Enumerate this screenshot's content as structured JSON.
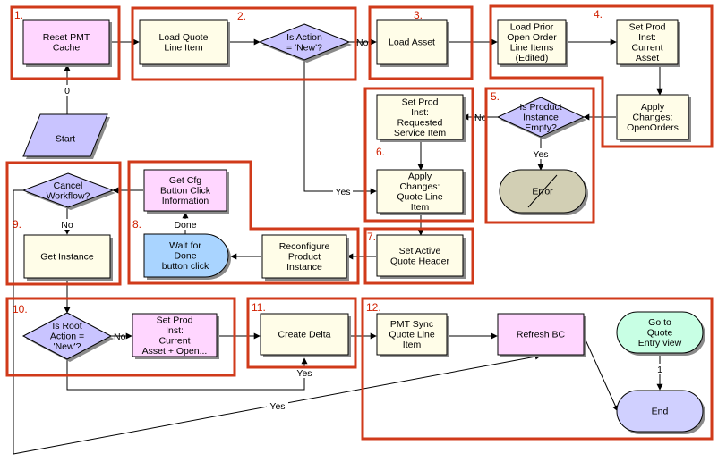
{
  "colors": {
    "step": "#fffde8",
    "subprocess": "#ffd6ff",
    "decision": "#c9c4ff",
    "wait": "#a9d4ff",
    "start": "#c9c4ff",
    "error": "#d2cfb4",
    "end": "#d0d0ff",
    "goto": "#c8ffe4",
    "group_border": "#d03a1a"
  },
  "groups": [
    {
      "num": "1."
    },
    {
      "num": "2."
    },
    {
      "num": "3."
    },
    {
      "num": "4."
    },
    {
      "num": "5."
    },
    {
      "num": "6."
    },
    {
      "num": "7."
    },
    {
      "num": "8."
    },
    {
      "num": "9."
    },
    {
      "num": "10."
    },
    {
      "num": "11."
    },
    {
      "num": "12."
    }
  ],
  "nodes": {
    "reset_pmt_cache": {
      "lines": [
        "Reset PMT",
        "Cache"
      ]
    },
    "load_quote_line_item": {
      "lines": [
        "Load Quote",
        "Line Item"
      ]
    },
    "is_action_new": {
      "lines": [
        "Is Action",
        "= 'New'?"
      ]
    },
    "load_asset": {
      "lines": [
        "Load Asset"
      ]
    },
    "load_prior_open_order": {
      "lines": [
        "Load Prior",
        "Open Order",
        "Line Items",
        "(Edited)"
      ]
    },
    "set_prod_inst_current_asset": {
      "lines": [
        "Set Prod",
        "Inst:",
        "Current",
        "Asset"
      ]
    },
    "apply_changes_openorders": {
      "lines": [
        "Apply",
        "Changes:",
        "OpenOrders"
      ]
    },
    "is_product_instance_empty": {
      "lines": [
        "Is Product",
        "Instance",
        "Empty?"
      ]
    },
    "error": {
      "lines": [
        "Error"
      ]
    },
    "set_prod_inst_requested": {
      "lines": [
        "Set Prod",
        "Inst:",
        "Requested",
        "Service Item"
      ]
    },
    "apply_changes_quote_line": {
      "lines": [
        "Apply",
        "Changes:",
        "Quote Line",
        "Item"
      ]
    },
    "start": {
      "lines": [
        "Start"
      ]
    },
    "cancel_workflow": {
      "lines": [
        "Cancel",
        "Workflow?"
      ]
    },
    "get_cfg_button": {
      "lines": [
        "Get Cfg",
        "Button Click",
        "Information"
      ]
    },
    "get_instance": {
      "lines": [
        "Get Instance"
      ]
    },
    "wait_for_done": {
      "lines": [
        "Wait for",
        "Done",
        "button click"
      ]
    },
    "reconfigure_product_instance": {
      "lines": [
        "Reconfigure",
        "Product",
        "Instance"
      ]
    },
    "set_active_quote_header": {
      "lines": [
        "Set Active",
        "Quote Header"
      ]
    },
    "is_root_action_new": {
      "lines": [
        "Is Root",
        "Action =",
        "'New'?"
      ]
    },
    "set_prod_inst_current_open": {
      "lines": [
        "Set Prod",
        "Inst:",
        "Current",
        "Asset + Open..."
      ]
    },
    "create_delta": {
      "lines": [
        "Create Delta"
      ]
    },
    "pmt_sync_quote_line": {
      "lines": [
        "PMT Sync",
        "Quote Line",
        "Item"
      ]
    },
    "refresh_bc": {
      "lines": [
        "Refresh BC"
      ]
    },
    "go_to_quote_entry": {
      "lines": [
        "Go to",
        "Quote",
        "Entry view"
      ]
    },
    "end": {
      "lines": [
        "End"
      ]
    }
  },
  "edge_labels": {
    "start_to_reset": "0",
    "action_no": "No",
    "action_yes": "Yes",
    "empty_no": "No",
    "empty_yes": "Yes",
    "wait_done": "Done",
    "cancel_no": "No",
    "root_no": "No",
    "root_yes_bottom": "Yes",
    "create_delta_yes": "Yes",
    "goto_end": "1"
  }
}
